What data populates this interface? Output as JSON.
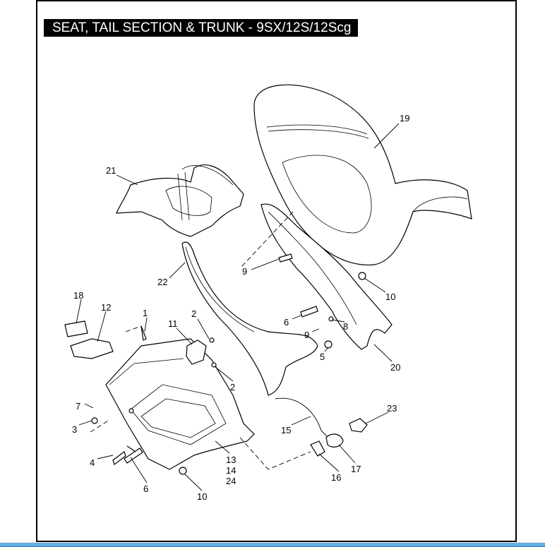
{
  "title": "SEAT, TAIL SECTION & TRUNK - 9SX/12S/12Scg",
  "callouts": [
    "19",
    "21",
    "22",
    "9",
    "10",
    "6",
    "9",
    "8",
    "5",
    "20",
    "18",
    "12",
    "1",
    "11",
    "2",
    "2",
    "7",
    "3",
    "4",
    "6",
    "13",
    "14",
    "24",
    "10",
    "15",
    "16",
    "17",
    "23"
  ],
  "parts": {
    "seat": "seat-19",
    "tail_section": "tail-section-21",
    "side_rail": "side-rail-22",
    "seat_bracket": "seat-bracket-20",
    "trunk": "trunk-13",
    "hinge": "hinge-18",
    "latch": "latch-11",
    "release_cable": "cable-15",
    "lock": "lock-23"
  }
}
